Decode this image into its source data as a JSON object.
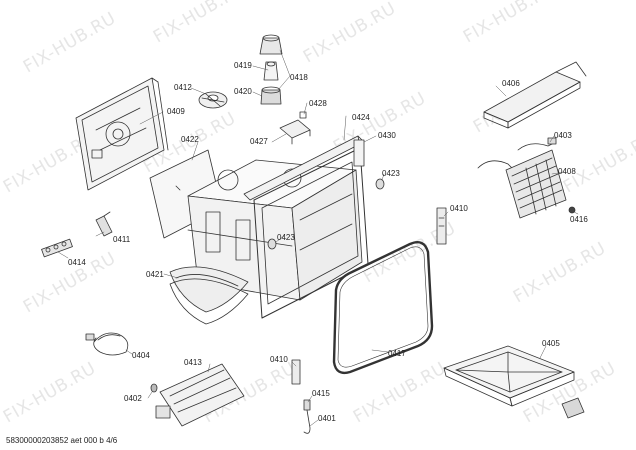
{
  "watermark": "FIX-HUB.RU",
  "footer": "58300000203852 aet 000 b 4/6",
  "parts": {
    "p0401": "0401",
    "p0402": "0402",
    "p0403": "0403",
    "p0404": "0404",
    "p0405": "0405",
    "p0406": "0406",
    "p0408": "0408",
    "p0409": "0409",
    "p0410a": "0410",
    "p0410b": "0410",
    "p0411": "0411",
    "p0412": "0412",
    "p0413": "0413",
    "p0414": "0414",
    "p0415": "0415",
    "p0416": "0416",
    "p0417": "0417",
    "p0418": "0418",
    "p0419": "0419",
    "p0420": "0420",
    "p0421": "0421",
    "p0422": "0422",
    "p0423a": "0423",
    "p0423b": "0423",
    "p0424": "0424",
    "p0427": "0427",
    "p0428": "0428",
    "p0430": "0430"
  }
}
